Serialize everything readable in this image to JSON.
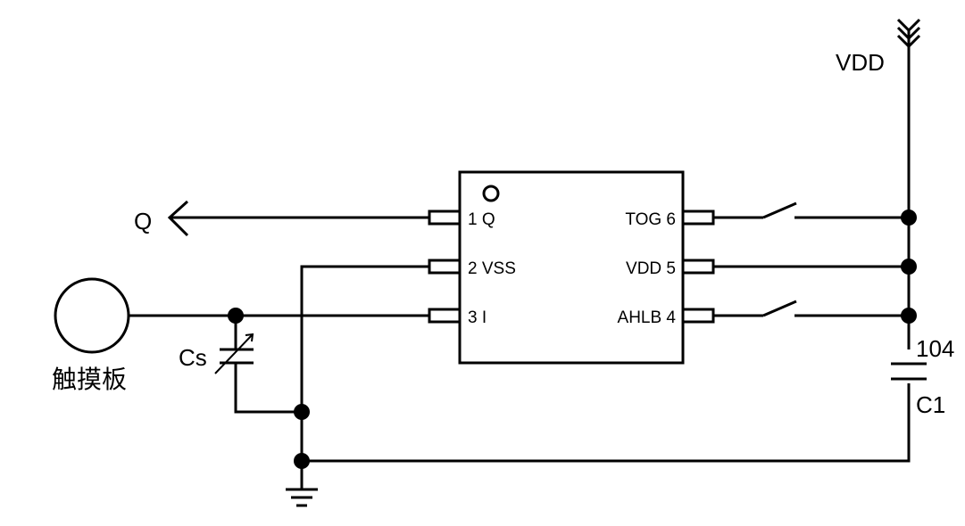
{
  "chip": {
    "left_pins": [
      {
        "label": "1 Q"
      },
      {
        "label": "2 VSS"
      },
      {
        "label": "3 I"
      }
    ],
    "right_pins": [
      {
        "label": "TOG 6"
      },
      {
        "label": "VDD 5"
      },
      {
        "label": "AHLB 4"
      }
    ]
  },
  "labels": {
    "q_output": "Q",
    "vdd": "VDD",
    "cs": "Cs",
    "touch_pad": "触摸板",
    "c1_value": "104",
    "c1_name": "C1"
  },
  "colors": {
    "line": "#000000",
    "background": "#ffffff"
  }
}
